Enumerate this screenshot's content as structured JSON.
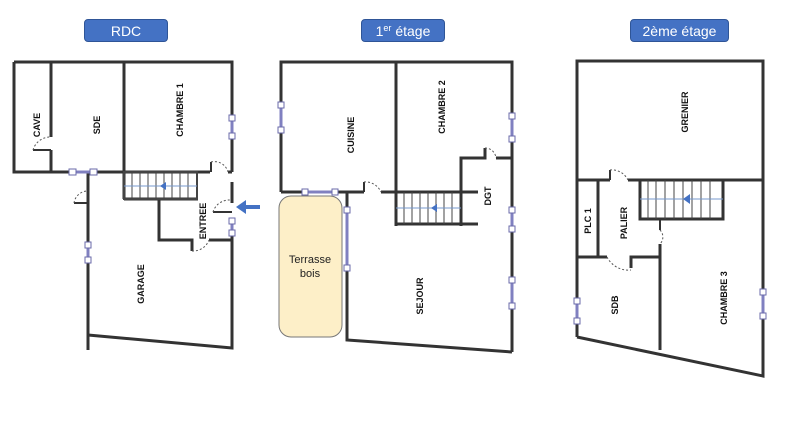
{
  "floors": [
    {
      "id": "rdc",
      "title": "RDC",
      "rooms": [
        "CAVE",
        "SDE",
        "CHAMBRE 1",
        "ENTREE",
        "GARAGE"
      ]
    },
    {
      "id": "etage1",
      "title_main": "1",
      "title_sup": "er",
      "title_rest": " étage",
      "rooms": [
        "CUISINE",
        "CHAMBRE 2",
        "DGT",
        "SEJOUR"
      ],
      "terrasse": {
        "line1": "Terrasse",
        "line2": "bois"
      }
    },
    {
      "id": "etage2",
      "title": "2ème étage",
      "rooms": [
        "GRENIER",
        "PLC 1",
        "PALIER",
        "SDB",
        "CHAMBRE 3"
      ]
    }
  ],
  "colors": {
    "label_bg": "#4472c4",
    "wall": "#333333",
    "window": "#8080c0",
    "terrasse_fill": "#fdefc8",
    "entry_arrow": "#4472c4"
  },
  "entry_arrow": "entrance-arrow"
}
